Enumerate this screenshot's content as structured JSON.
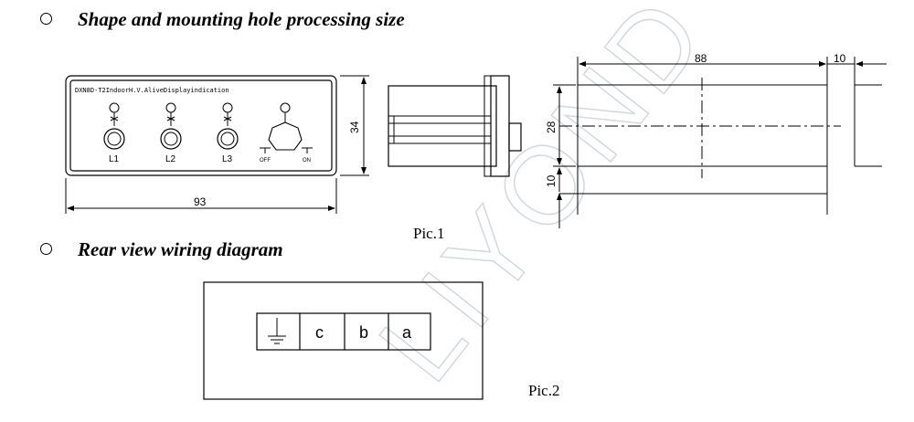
{
  "section1": {
    "title": "Shape and mounting hole processing size"
  },
  "section2": {
    "title": "Rear view wiring diagram"
  },
  "pic1_caption": "Pic.1",
  "pic2_caption": "Pic.2",
  "front_view": {
    "model_text": "DXN8D-T2IndoorH.V.AliveDisplayindication",
    "indicators": [
      "L1",
      "L2",
      "L3"
    ],
    "switch_off": "OFF",
    "switch_on": "ON",
    "width_dim": "93",
    "height_dim": "34"
  },
  "hole_view": {
    "length_dim": "88",
    "flange_dim": "10",
    "height_dim": "28",
    "offset_dim": "10"
  },
  "wiring": {
    "terminals": [
      "c",
      "b",
      "a"
    ]
  },
  "watermark": "LIYOND"
}
